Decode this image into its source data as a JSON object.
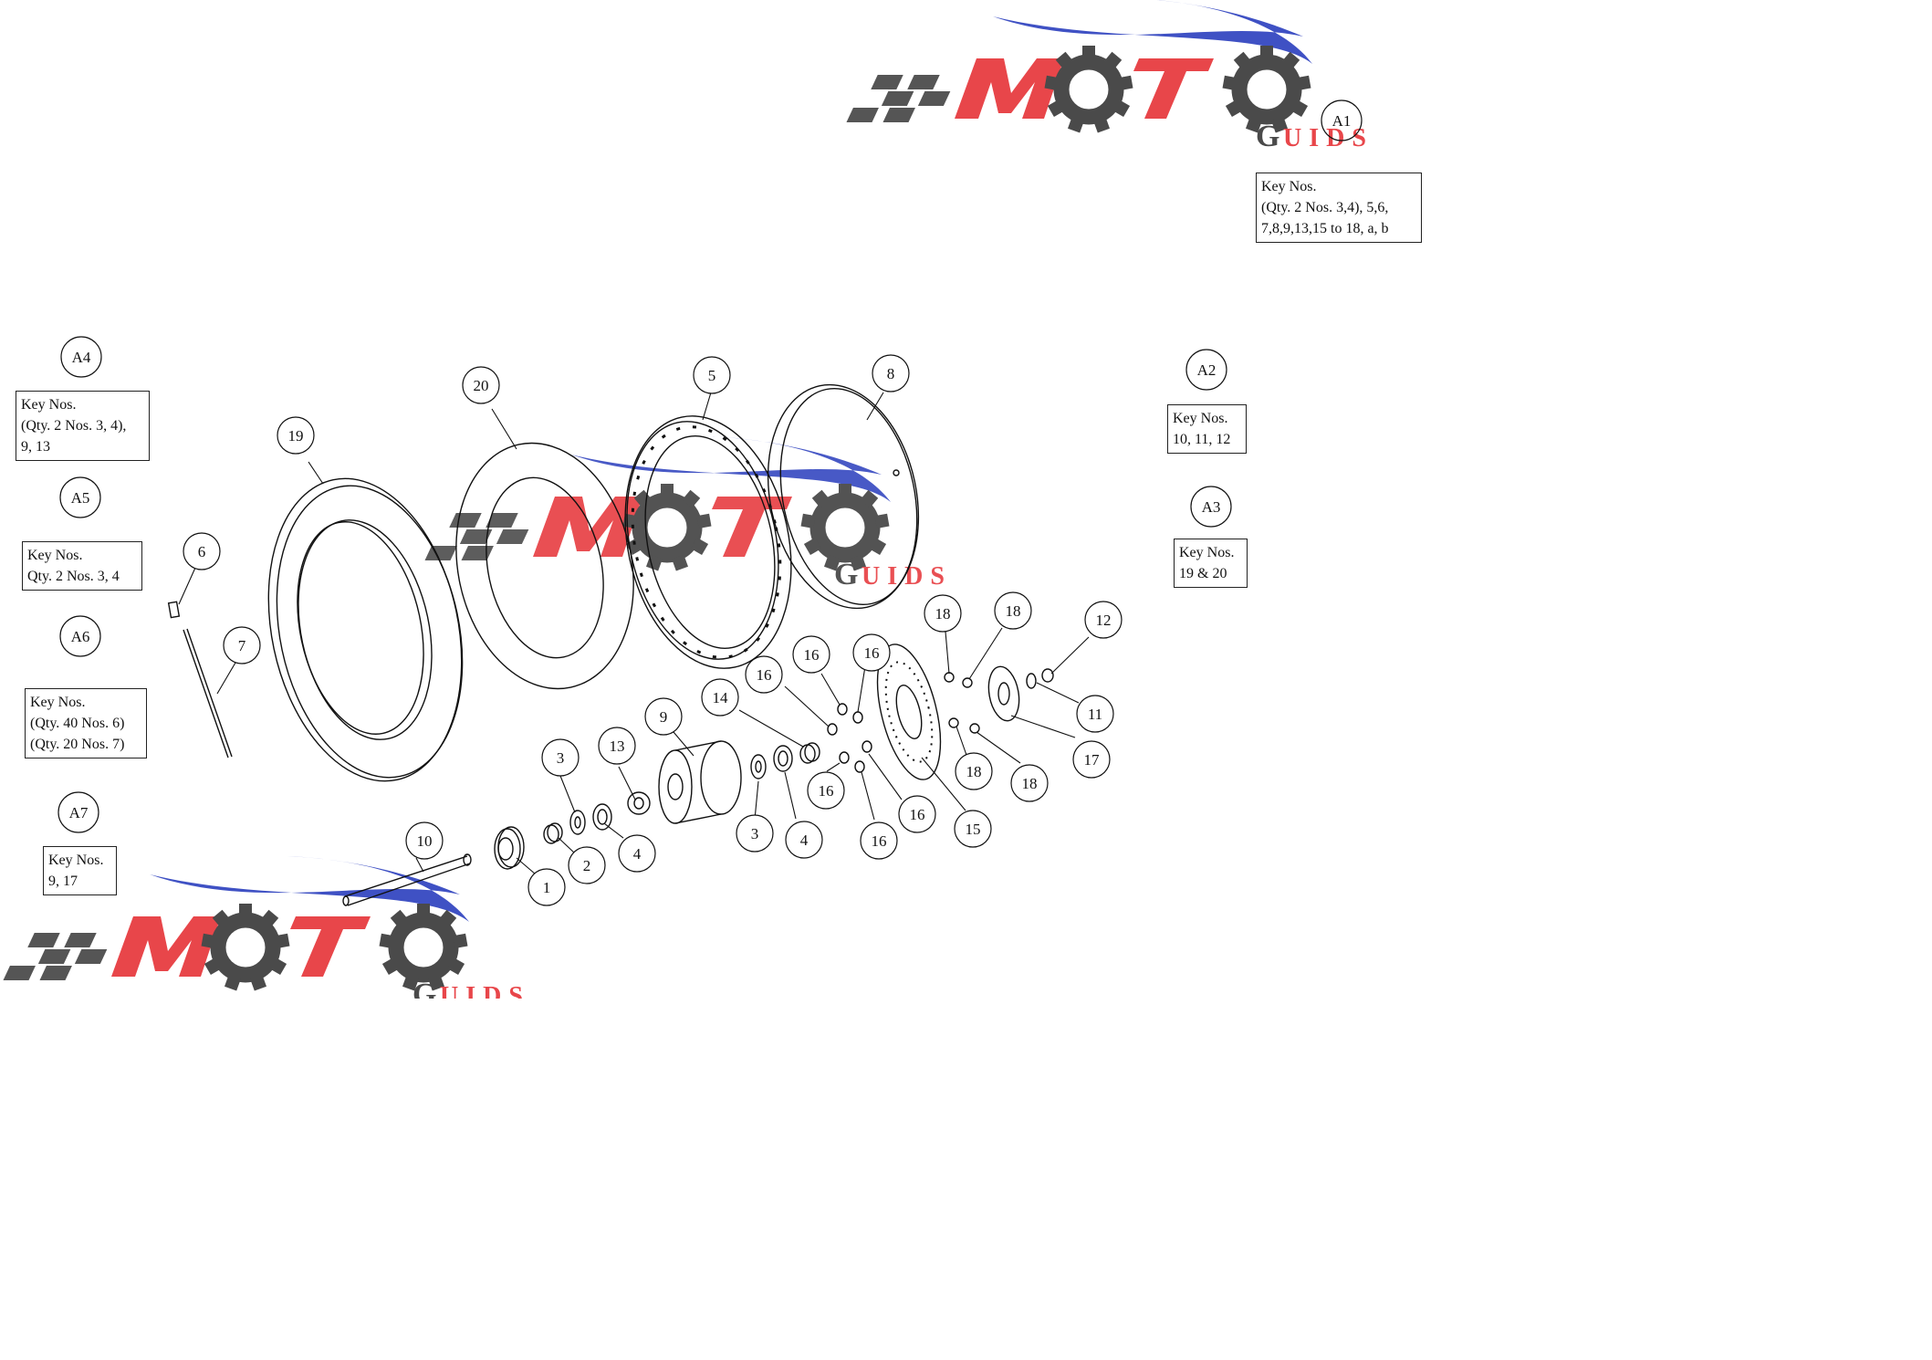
{
  "logo": {
    "letters": "MOTO",
    "sub": "GUIDS",
    "brand_red": "#e8464a",
    "brand_blue": "#3f51c4",
    "gear_gray": "#4a4a4a"
  },
  "assemblies": [
    {
      "id": "A1",
      "lines": [
        "Key Nos.",
        "(Qty. 2 Nos. 3,4), 5,6,",
        "7,8,9,13,15 to 18, a, b"
      ]
    },
    {
      "id": "A2",
      "lines": [
        "Key Nos.",
        "10, 11, 12"
      ]
    },
    {
      "id": "A3",
      "lines": [
        "Key Nos.",
        "19 & 20"
      ]
    },
    {
      "id": "A4",
      "lines": [
        "Key Nos.",
        "(Qty. 2 Nos. 3, 4),",
        "9, 13"
      ]
    },
    {
      "id": "A5",
      "lines": [
        "Key Nos.",
        "Qty. 2 Nos. 3, 4"
      ]
    },
    {
      "id": "A6",
      "lines": [
        "Key Nos.",
        "(Qty. 40 Nos. 6)",
        "(Qty. 20 Nos. 7)"
      ]
    },
    {
      "id": "A7",
      "lines": [
        "Key Nos.",
        "9, 17"
      ]
    }
  ],
  "part_labels": [
    "1",
    "2",
    "3",
    "4",
    "5",
    "6",
    "7",
    "8",
    "9",
    "10",
    "11",
    "12",
    "13",
    "14",
    "15",
    "16",
    "17",
    "18",
    "19",
    "20"
  ],
  "callouts": {
    "p1": "1",
    "p2": "2",
    "p3a": "3",
    "p3b": "3",
    "p4a": "4",
    "p4b": "4",
    "p5": "5",
    "p6": "6",
    "p7": "7",
    "p8": "8",
    "p9": "9",
    "p10": "10",
    "p11": "11",
    "p12": "12",
    "p13": "13",
    "p14": "14",
    "p15": "15",
    "p16a": "16",
    "p16b": "16",
    "p16c": "16",
    "p16d": "16",
    "p16e": "16",
    "p16f": "16",
    "p17": "17",
    "p18a": "18",
    "p18b": "18",
    "p18c": "18",
    "p18d": "18",
    "p19": "19",
    "p20": "20"
  }
}
